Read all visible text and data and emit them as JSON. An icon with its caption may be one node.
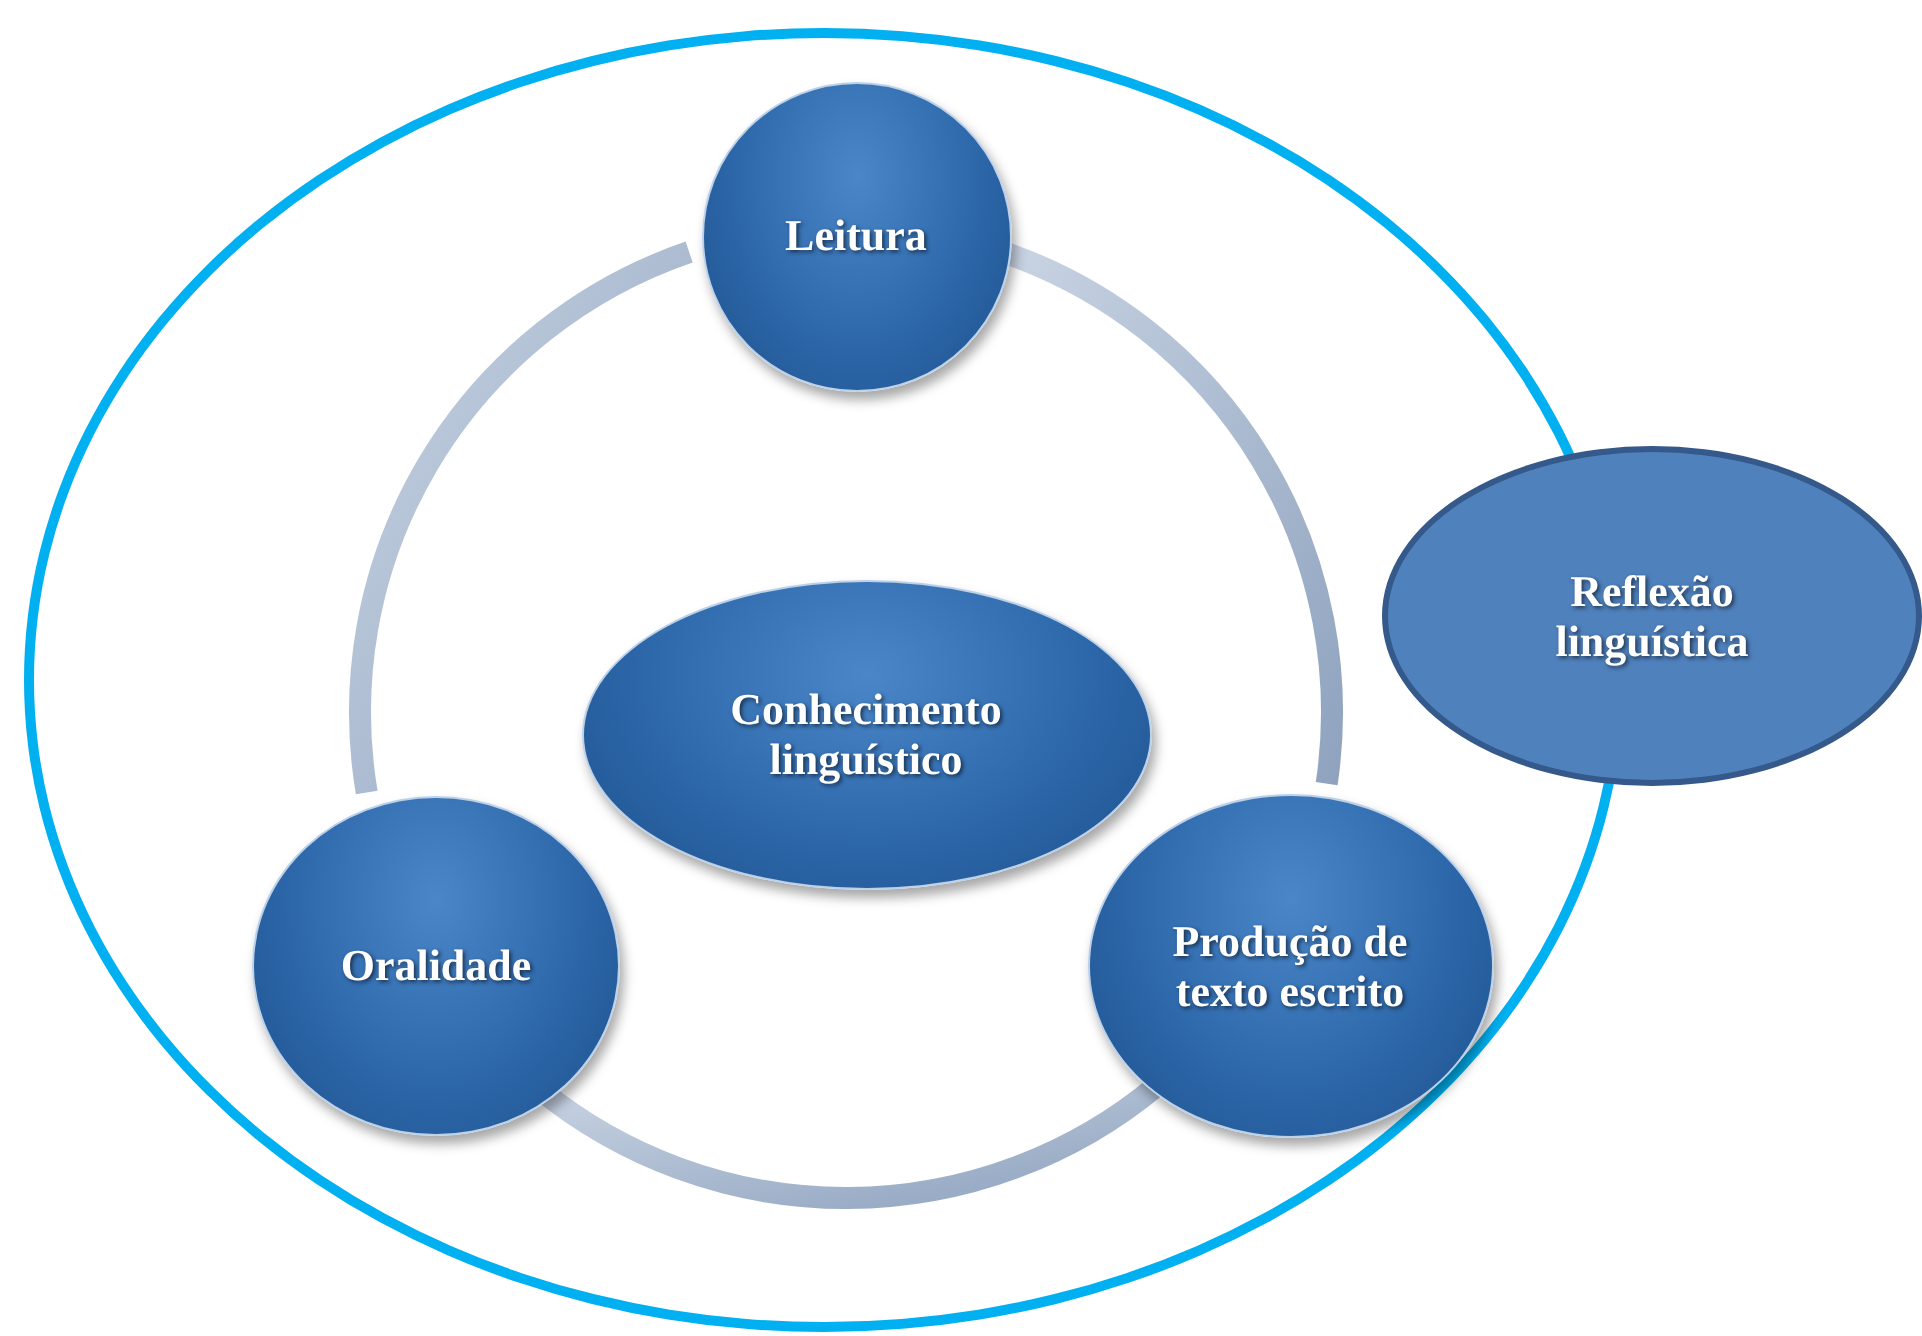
{
  "diagram": {
    "nodes": [
      {
        "text": [],
        "shape": "ellipse"
      },
      {
        "text": [
          "Leitura"
        ],
        "in": 0
      },
      {
        "text": [
          "Conhecimento linguístico"
        ],
        "in": 0
      },
      {
        "text": [
          "Oralidade"
        ],
        "in": 0
      },
      {
        "text": [
          "Produção de texto escrito"
        ],
        "in": 0
      },
      {
        "text": [
          "Reflexão linguística"
        ]
      }
    ],
    "edges": [
      {
        "from": 1,
        "to": 4,
        "arrow": "none"
      },
      {
        "from": 4,
        "to": 3,
        "arrow": "none"
      },
      {
        "from": 3,
        "to": 1,
        "arrow": "none"
      }
    ]
  }
}
